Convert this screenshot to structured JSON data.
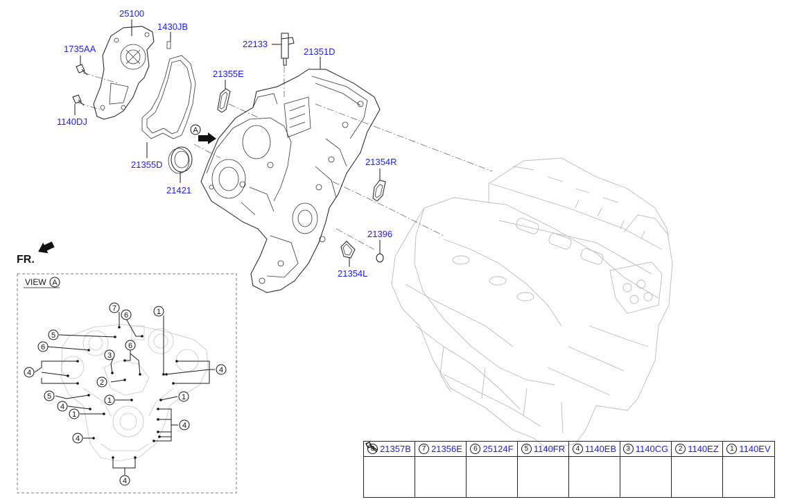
{
  "colors": {
    "part_number": "#1a1aff",
    "line": "#1a1a1a",
    "ghost": "#b9b9b9",
    "background": "#ffffff"
  },
  "callouts": [
    {
      "id": "c25100",
      "label": "25100"
    },
    {
      "id": "c1430JB",
      "label": "1430JB"
    },
    {
      "id": "c1735AA",
      "label": "1735AA"
    },
    {
      "id": "c1140DJ",
      "label": "1140DJ"
    },
    {
      "id": "c21355D",
      "label": "21355D"
    },
    {
      "id": "c21421",
      "label": "21421"
    },
    {
      "id": "c21355E",
      "label": "21355E"
    },
    {
      "id": "c22133",
      "label": "22133"
    },
    {
      "id": "c21351D",
      "label": "21351D"
    },
    {
      "id": "c21354R",
      "label": "21354R"
    },
    {
      "id": "c21396",
      "label": "21396"
    },
    {
      "id": "c21354L",
      "label": "21354L"
    }
  ],
  "view_marker": "A",
  "front_label": "FR.",
  "view_box": {
    "title": "VIEW",
    "marker": "A",
    "bolt_callouts": [
      "7",
      "6",
      "1",
      "5",
      "6",
      "6",
      "3",
      "4",
      "4",
      "2",
      "5",
      "1",
      "1",
      "4",
      "4",
      "1",
      "4",
      "4"
    ]
  },
  "bolt_table": [
    {
      "index": "8",
      "part": "21357B"
    },
    {
      "index": "7",
      "part": "21356E"
    },
    {
      "index": "6",
      "part": "25124F"
    },
    {
      "index": "5",
      "part": "1140FR"
    },
    {
      "index": "4",
      "part": "1140EB"
    },
    {
      "index": "3",
      "part": "1140CG"
    },
    {
      "index": "2",
      "part": "1140EZ"
    },
    {
      "index": "1",
      "part": "1140EV"
    }
  ]
}
